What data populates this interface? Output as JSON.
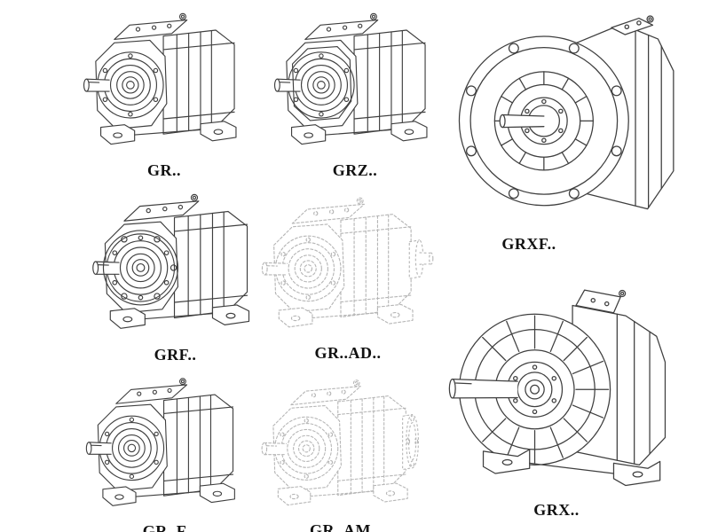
{
  "page": {
    "background": "#ffffff"
  },
  "style": {
    "line_color": "#3f3f3f",
    "ghost_line_color": "#b6b6b6",
    "label_color": "#111111"
  },
  "figures": [
    {
      "id": "gr",
      "label": "GR..",
      "style": "solid",
      "description": "foot-mounted helical gear unit"
    },
    {
      "id": "grz",
      "label": "GRZ..",
      "style": "solid",
      "description": "foot-mounted helical gear unit"
    },
    {
      "id": "grxf",
      "label": "GRXF..",
      "style": "solid",
      "description": "large flange-mounted gear unit"
    },
    {
      "id": "grf",
      "label": "GRF..",
      "style": "solid",
      "description": "flange-mounted helical gear unit"
    },
    {
      "id": "grad",
      "label": "GR..AD..",
      "style": "phantom",
      "description": "gear unit with input adapter (phantom line drawing)"
    },
    {
      "id": "grx",
      "label": "GRX..",
      "style": "solid",
      "description": "large foot-mounted gear unit"
    },
    {
      "id": "grff",
      "label": "GR..F",
      "style": "solid",
      "description": "foot-mounted helical gear unit"
    },
    {
      "id": "gram",
      "label": "GR..AM..",
      "style": "phantom",
      "description": "gear unit with motor flange (phantom line drawing)"
    }
  ]
}
